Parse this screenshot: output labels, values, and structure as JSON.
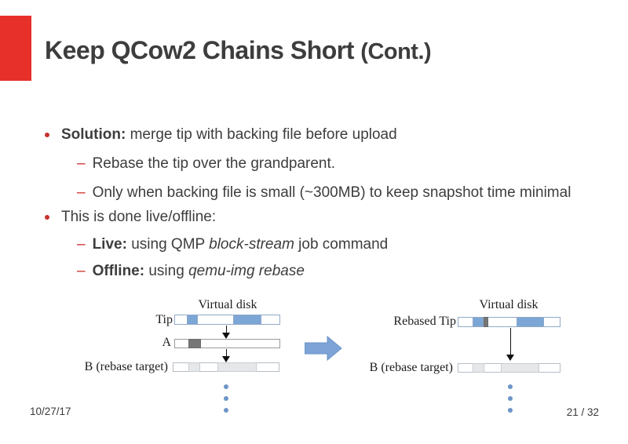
{
  "title": {
    "main": "Keep QCow2 Chains Short",
    "suffix": "(Cont.)"
  },
  "bullets": [
    {
      "level": 1,
      "bold": "Solution:",
      "rest": " merge tip with backing file before upload"
    },
    {
      "level": 2,
      "rest": "Rebase the tip over the grandparent."
    },
    {
      "level": 2,
      "rest": "Only when backing file is small (~300MB) to keep snapshot time minimal"
    },
    {
      "level": 1,
      "rest": "This is done live/offline:"
    },
    {
      "level": 2,
      "bold": "Live:",
      "pre": " using QMP ",
      "italic": "block-stream",
      "post": " job command"
    },
    {
      "level": 2,
      "bold": "Offline:",
      "pre": " using ",
      "italic": "qemu-img rebase",
      "post": ""
    }
  ],
  "diagram": {
    "left": {
      "header": "Virtual disk",
      "tip_label": "Tip",
      "a_label": "A",
      "b_label": "B (rebase target)"
    },
    "right": {
      "header": "Virtual disk",
      "tip_label": "Rebased Tip",
      "b_label": "B (rebase target)"
    }
  },
  "footer": {
    "date": "10/27/17",
    "page": "21 / 32"
  },
  "colors": {
    "accent-red": "#e7302a",
    "bullet-red": "#c8312b",
    "text-dark": "#3d3d3d",
    "block-blue": "#7ba6d5",
    "block-gray-dark": "#767676",
    "block-gray-light": "#e6e7e9",
    "bar-border-blue": "#90a9c8",
    "bar-border-gray": "#9b9b9b",
    "bar-border-light": "#b6bdc6",
    "arrow-blue": "#7da3d7",
    "arrow-blue-dark": "#6a91c7",
    "dot-blue": "#6d95c7"
  }
}
